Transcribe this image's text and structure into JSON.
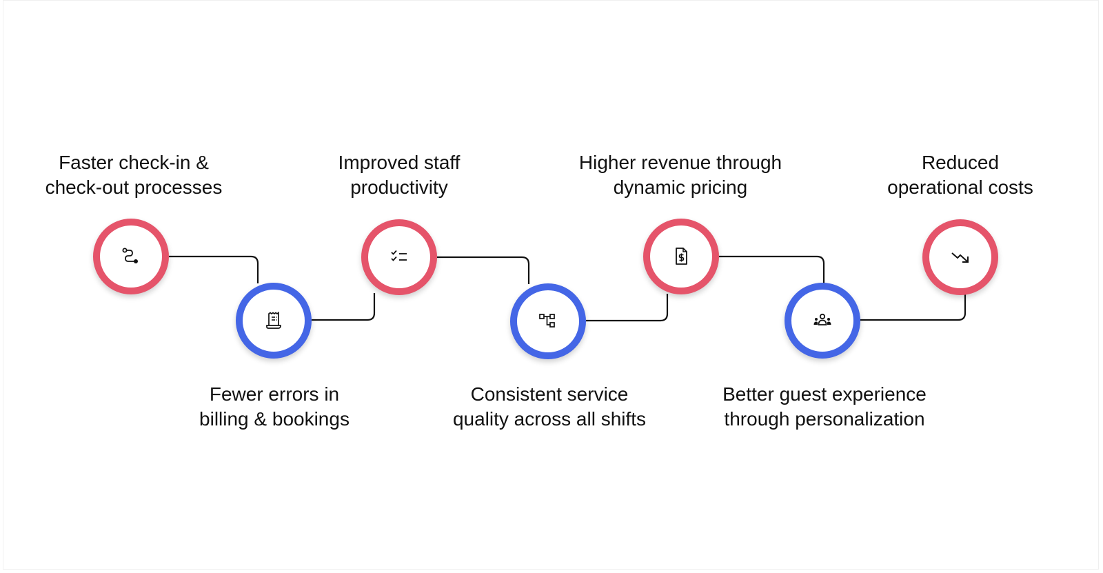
{
  "diagram": {
    "colors": {
      "top_ring": "#e5546a",
      "bottom_ring": "#4466e6",
      "connector": "#111111",
      "text": "#111111",
      "background": "#ffffff"
    },
    "steps": [
      {
        "row": "top",
        "color": "red",
        "icon": "route-icon",
        "line1": "Faster check-in &",
        "line2": "check-out processes"
      },
      {
        "row": "bottom",
        "color": "blue",
        "icon": "receipt-icon",
        "line1": "Fewer errors in",
        "line2": "billing & bookings"
      },
      {
        "row": "top",
        "color": "red",
        "icon": "checklist-icon",
        "line1": "Improved staff",
        "line2": "productivity"
      },
      {
        "row": "bottom",
        "color": "blue",
        "icon": "hierarchy-icon",
        "line1": "Consistent service",
        "line2": "quality across all shifts"
      },
      {
        "row": "top",
        "color": "red",
        "icon": "invoice-dollar-icon",
        "line1": "Higher revenue through",
        "line2": "dynamic pricing"
      },
      {
        "row": "bottom",
        "color": "blue",
        "icon": "group-icon",
        "line1": "Better guest experience",
        "line2": "through personalization"
      },
      {
        "row": "top",
        "color": "red",
        "icon": "trend-down-icon",
        "line1": "Reduced",
        "line2": "operational costs"
      }
    ]
  }
}
